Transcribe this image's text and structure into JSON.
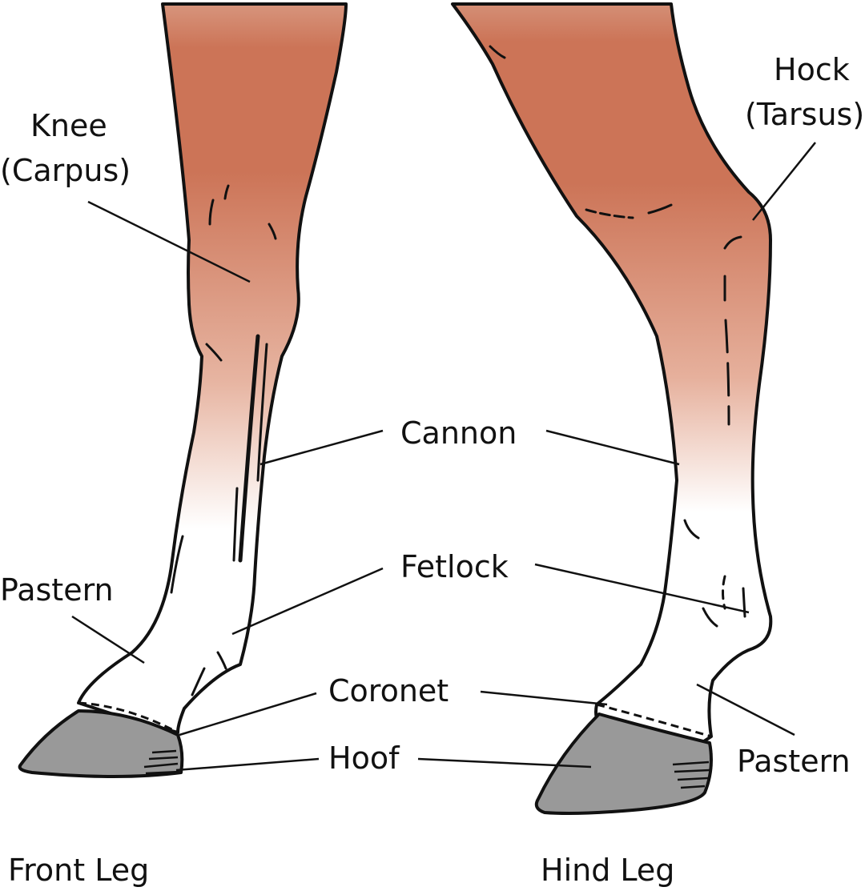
{
  "labels": {
    "knee": "Knee",
    "carpus": "(Carpus)",
    "hock": "Hock",
    "tarsus": "(Tarsus)",
    "cannon": "Cannon",
    "fetlock": "Fetlock",
    "pastern_front": "Pastern",
    "coronet": "Coronet",
    "hoof": "Hoof",
    "pastern_hind": "Pastern",
    "front_leg": "Front Leg",
    "hind_leg": "Hind Leg"
  },
  "colors": {
    "coat": "#cf7b5e",
    "coat_fade": "#ffffff",
    "hoof": "#999999",
    "outline": "#111111"
  }
}
